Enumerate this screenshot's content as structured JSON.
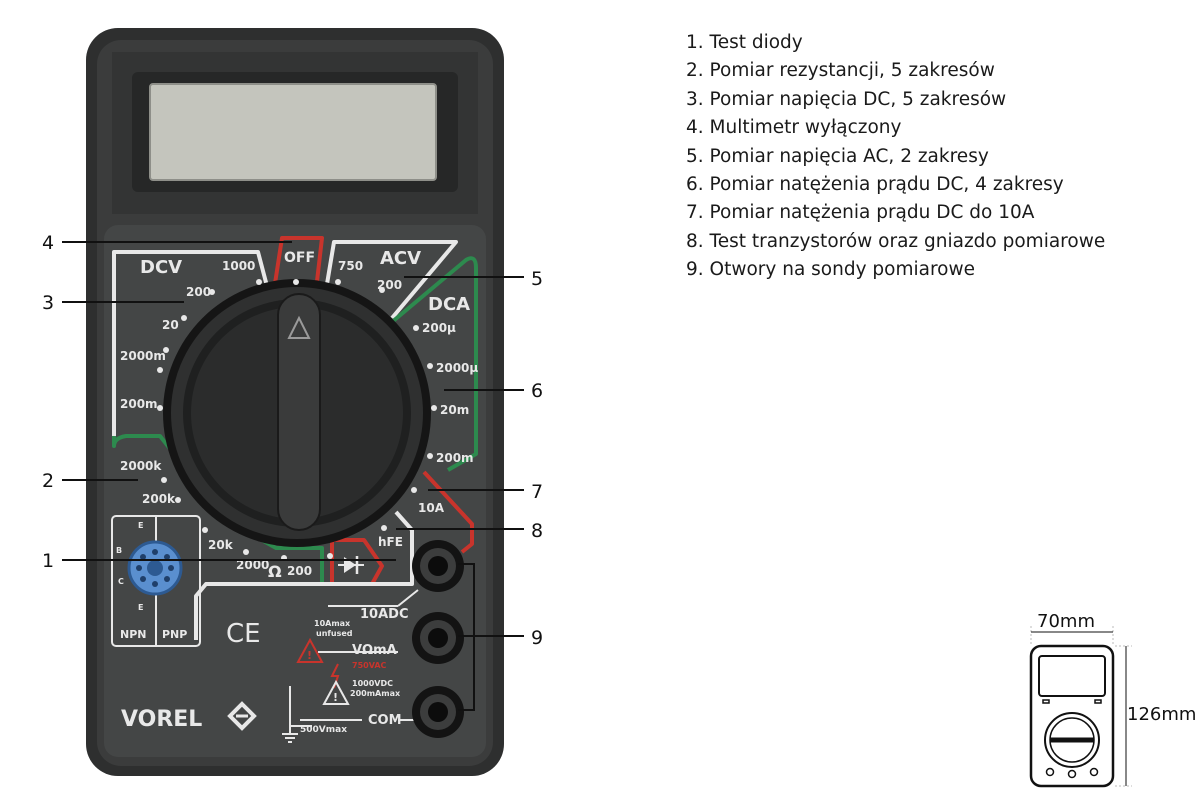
{
  "legend": [
    "1. Test diody",
    "2. Pomiar rezystancji, 5 zakresów",
    "3. Pomiar napięcia DC, 5 zakresów",
    "4. Multimetr wyłączony",
    "5. Pomiar napięcia AC, 2 zakresy",
    "6. Pomiar natężenia prądu DC, 4 zakresy",
    "7. Pomiar natężenia prądu DC do 10A",
    "8. Test tranzystorów oraz gniazdo pomiarowe",
    "9. Otwory na sondy pomiarowe"
  ],
  "callouts": [
    "1",
    "2",
    "3",
    "4",
    "5",
    "6",
    "7",
    "8",
    "9"
  ],
  "meter": {
    "brand": "VOREL",
    "ce_mark": "CE",
    "dcv": {
      "label": "DCV",
      "ranges": [
        "1000",
        "200",
        "20",
        "2000m",
        "200m"
      ]
    },
    "ohm": {
      "label": "Ω",
      "ranges": [
        "2000k",
        "200k",
        "20k",
        "2000",
        "200"
      ]
    },
    "acv": {
      "label": "ACV",
      "ranges": [
        "750",
        "200"
      ]
    },
    "dca": {
      "label": "DCA",
      "ranges": [
        "200µ",
        "2000µ",
        "20m",
        "200m"
      ]
    },
    "off_label": "OFF",
    "amp10_label": "10A",
    "hfe_label": "hFE",
    "socket": {
      "npn": "NPN",
      "pnp": "PNP",
      "pins": [
        "E",
        "B",
        "C",
        "E"
      ]
    },
    "jacks": {
      "adc_label": "10ADC",
      "adc_note_1": "10Amax",
      "adc_note_2": "unfused",
      "vma_label": "VΩmA",
      "vac_rating": "750VAC",
      "vdc_rating": "1000VDC",
      "ma_rating": "200mAmax",
      "com_label": "COM",
      "com_rating": "500Vmax"
    }
  },
  "dimensions": {
    "width": "70mm",
    "height": "126mm"
  },
  "colors": {
    "body": "#3a3b3b",
    "panel": "#444646",
    "lcd": "#c4c5bd",
    "green": "#2d8a4e",
    "red": "#c8342c",
    "socket_blue": "#4a80c0"
  }
}
